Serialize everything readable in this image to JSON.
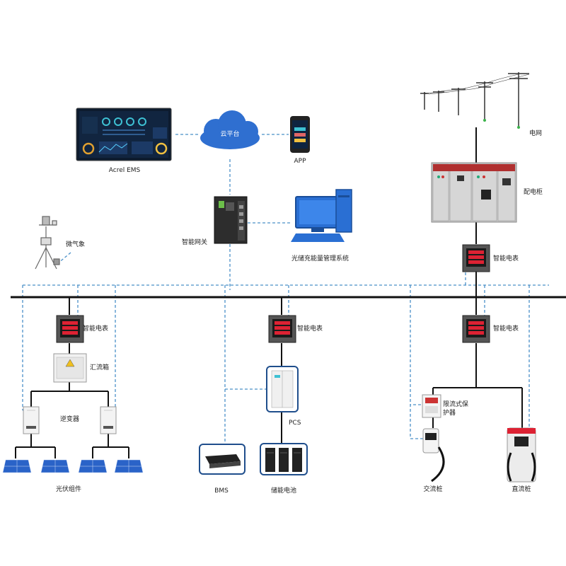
{
  "labels": {
    "acrel_ems": "Acrel EMS",
    "cloud": "云平台",
    "app": "APP",
    "grid": "电网",
    "distribution_cabinet": "配电柜",
    "smart_meter": "智能电表",
    "smart_gateway": "智能网关",
    "management_system": "光储充能量管理系统",
    "weather": "微气象",
    "combiner_box": "汇流箱",
    "inverter": "逆变器",
    "pv_module": "光伏组件",
    "pcs": "PCS",
    "bms": "BMS",
    "storage_battery": "储能电池",
    "current_limit_protector": "限流式保护器",
    "ac_charger": "交流桩",
    "dc_charger": "直流桩"
  },
  "colors": {
    "dashed_line": "#4a90c8",
    "solid_line": "#111111",
    "cloud": "#2f6fd0",
    "highlight_frame": "#1f4e8c"
  }
}
